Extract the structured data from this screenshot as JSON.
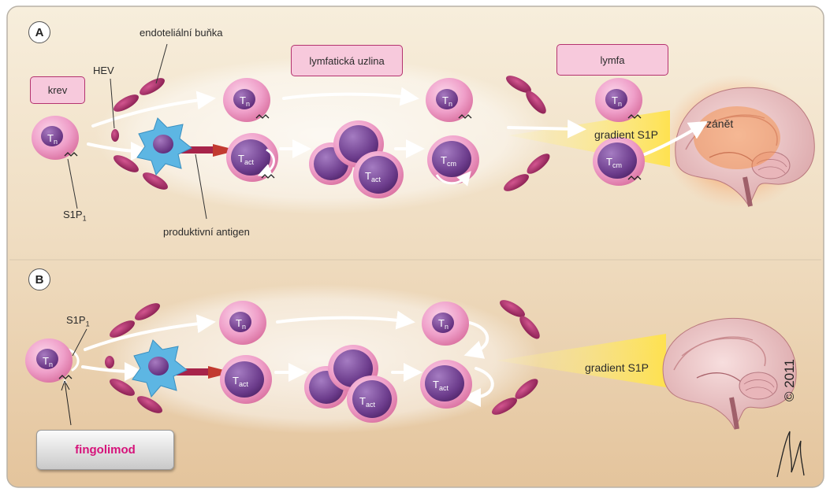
{
  "panels": {
    "a": {
      "letter": "A",
      "labels": {
        "endothelial_cell": "endoteliální buňka",
        "hev": "HEV",
        "blood": "krev",
        "lymph_node": "lymfatická uzlina",
        "lymph": "lymfa",
        "s1p_gradient": "gradient S1P",
        "inflammation": "zánět",
        "productive_antigen": "produktivní antigen",
        "receptor_base": "S1P",
        "receptor_sub": "1"
      }
    },
    "b": {
      "letter": "B",
      "labels": {
        "receptor_base": "S1P",
        "receptor_sub": "1",
        "s1p_gradient": "gradient S1P",
        "drug": "fingolimod"
      }
    }
  },
  "cells": {
    "t_base": "T",
    "naive_sub": "n",
    "activated_sub": "act",
    "central_memory_sub": "cm"
  },
  "copyright": "© 2011",
  "colors": {
    "background_gradient_top": "#f6ecd9",
    "background_gradient_bottom": "#e6c9a3",
    "naive_cell": "#f2a9cf",
    "nucleus": "#7d3e95",
    "activated_cell": "#7a4a97",
    "endothelial": "#a82a69",
    "dendritic_cell": "#5db6e3",
    "antigen_bridge": "#a7244a",
    "s1p_gradient": "#ffe45a",
    "tag_fill": "#f7c9dc",
    "drug_text": "#d6127a"
  }
}
